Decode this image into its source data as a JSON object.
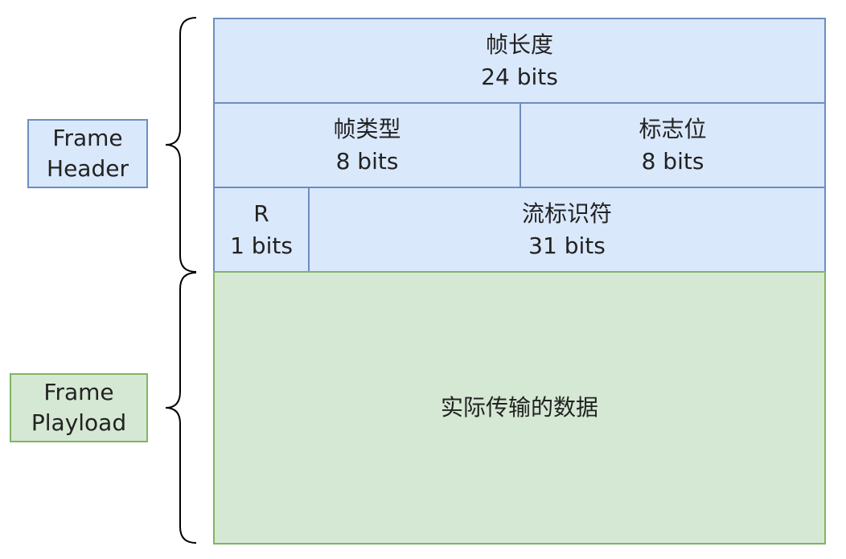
{
  "colors": {
    "header_fill": "#dae8fc",
    "header_stroke": "#6c8ebf",
    "payload_fill": "#d5e8d4",
    "payload_stroke": "#82b366"
  },
  "labels": {
    "frame_header": {
      "line1": "Frame",
      "line2": "Header"
    },
    "frame_payload": {
      "line1": "Frame",
      "line2": "Playload"
    }
  },
  "header": {
    "length": {
      "name": "帧长度",
      "size": "24 bits"
    },
    "type": {
      "name": "帧类型",
      "size": "8 bits"
    },
    "flags": {
      "name": "标志位",
      "size": "8 bits"
    },
    "reserved": {
      "name": "R",
      "size": "1 bits"
    },
    "stream_id": {
      "name": "流标识符",
      "size": "31 bits"
    }
  },
  "payload": {
    "text": "实际传输的数据"
  }
}
